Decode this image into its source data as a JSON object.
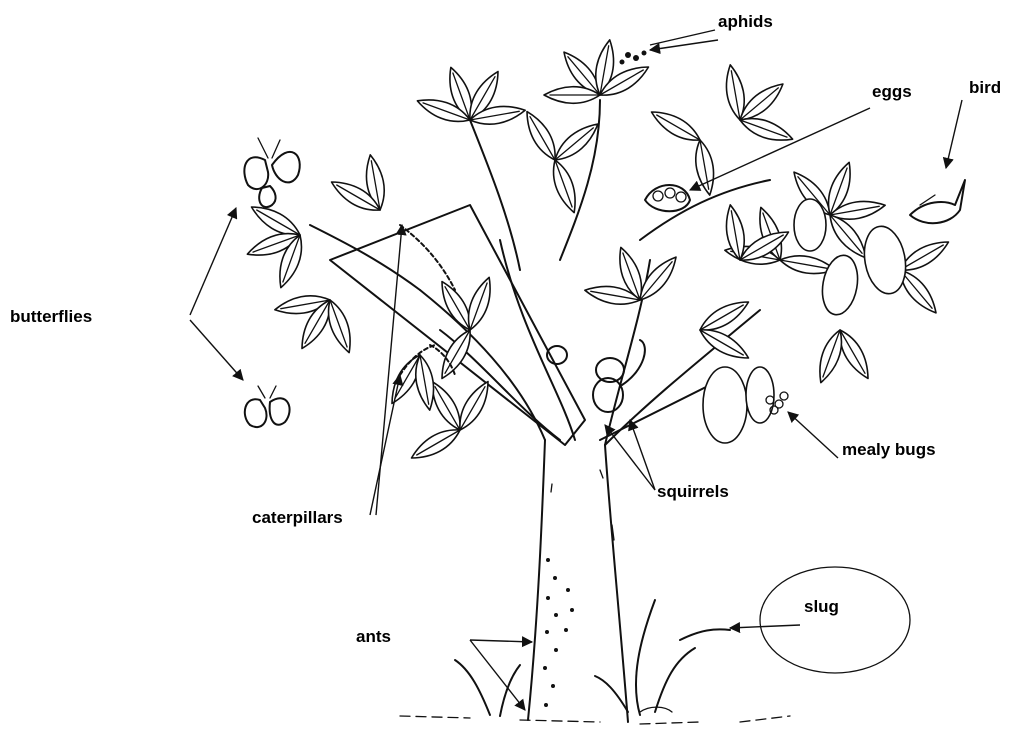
{
  "labels": {
    "aphids": "aphids",
    "eggs": "eggs",
    "bird": "bird",
    "butterflies": "butterflies",
    "mealy_bugs": "mealy bugs",
    "squirrels": "squirrels",
    "caterpillars": "caterpillars",
    "slug": "slug",
    "ants": "ants"
  }
}
